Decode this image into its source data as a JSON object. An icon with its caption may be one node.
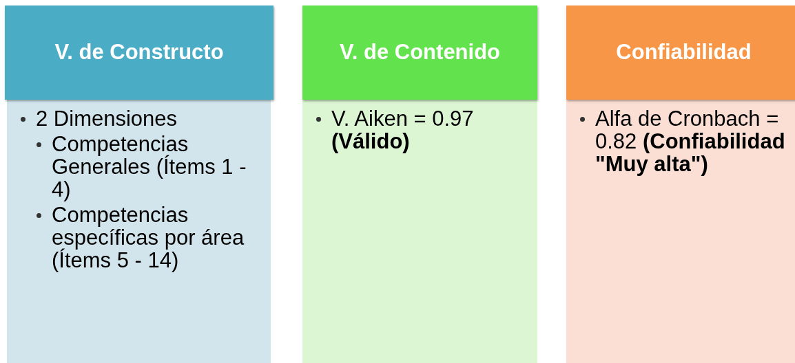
{
  "diagram": {
    "nodes": [
      {
        "text": [
          "V. de Constructo"
        ]
      },
      {
        "text": [
          "2 Dimensiones",
          "Competencias Generales (Ítems 1 - 4)",
          "Competencias específicas por área (Ítems 5 - 14)"
        ]
      },
      {
        "text": [
          "V. de Contenido"
        ]
      },
      {
        "text": [
          "V. Aiken = 0.97 **(Válido)**"
        ]
      },
      {
        "text": [
          "Confiabilidad"
        ]
      },
      {
        "text": [
          "Alfa de Cronbach = 0.82 **(Confiabilidad \"Muy alta\")**"
        ]
      }
    ]
  }
}
